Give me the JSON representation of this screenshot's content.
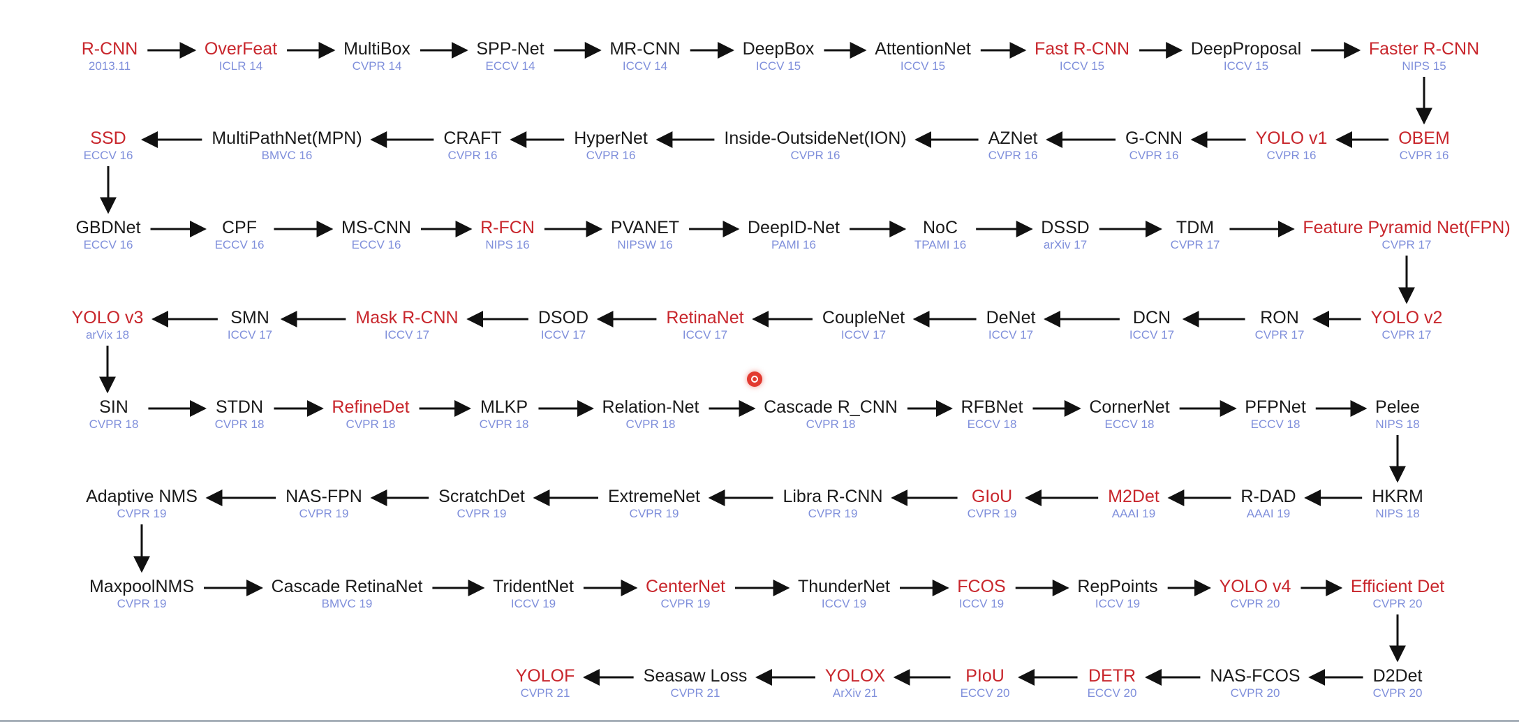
{
  "colors": {
    "highlight": "#c8262c",
    "normal": "#1a1a1a",
    "venue": "#7f8fdb",
    "arrow": "#111111"
  },
  "nodes": [
    {
      "name": "R-CNN",
      "venue": "2013.11",
      "hl": true
    },
    {
      "name": "OverFeat",
      "venue": "ICLR 14",
      "hl": true
    },
    {
      "name": "MultiBox",
      "venue": "CVPR 14",
      "hl": false
    },
    {
      "name": "SPP-Net",
      "venue": "ECCV 14",
      "hl": false
    },
    {
      "name": "MR-CNN",
      "venue": "ICCV 14",
      "hl": false
    },
    {
      "name": "DeepBox",
      "venue": "ICCV 15",
      "hl": false
    },
    {
      "name": "AttentionNet",
      "venue": "ICCV 15",
      "hl": false
    },
    {
      "name": "Fast R-CNN",
      "venue": "ICCV 15",
      "hl": true
    },
    {
      "name": "DeepProposal",
      "venue": "ICCV 15",
      "hl": false
    },
    {
      "name": "Faster R-CNN",
      "venue": "NIPS 15",
      "hl": true
    },
    {
      "name": "OBEM",
      "venue": "CVPR 16",
      "hl": true
    },
    {
      "name": "YOLO v1",
      "venue": "CVPR 16",
      "hl": true
    },
    {
      "name": "G-CNN",
      "venue": "CVPR 16",
      "hl": false
    },
    {
      "name": "AZNet",
      "venue": "CVPR 16",
      "hl": false
    },
    {
      "name": "Inside-OutsideNet(ION)",
      "venue": "CVPR 16",
      "hl": false
    },
    {
      "name": "HyperNet",
      "venue": "CVPR 16",
      "hl": false
    },
    {
      "name": "CRAFT",
      "venue": "CVPR 16",
      "hl": false
    },
    {
      "name": "MultiPathNet(MPN)",
      "venue": "BMVC 16",
      "hl": false
    },
    {
      "name": "SSD",
      "venue": "ECCV 16",
      "hl": true
    },
    {
      "name": "GBDNet",
      "venue": "ECCV 16",
      "hl": false
    },
    {
      "name": "CPF",
      "venue": "ECCV 16",
      "hl": false
    },
    {
      "name": "MS-CNN",
      "venue": "ECCV 16",
      "hl": false
    },
    {
      "name": "R-FCN",
      "venue": "NIPS 16",
      "hl": true
    },
    {
      "name": "PVANET",
      "venue": "NIPSW 16",
      "hl": false
    },
    {
      "name": "DeepID-Net",
      "venue": "PAMI 16",
      "hl": false
    },
    {
      "name": "NoC",
      "venue": "TPAMI 16",
      "hl": false
    },
    {
      "name": "DSSD",
      "venue": "arXiv 17",
      "hl": false
    },
    {
      "name": "TDM",
      "venue": "CVPR 17",
      "hl": false
    },
    {
      "name": "Feature Pyramid Net(FPN)",
      "venue": "CVPR 17",
      "hl": true
    },
    {
      "name": "YOLO v2",
      "venue": "CVPR 17",
      "hl": true
    },
    {
      "name": "RON",
      "venue": "CVPR 17",
      "hl": false
    },
    {
      "name": "DCN",
      "venue": "ICCV 17",
      "hl": false
    },
    {
      "name": "DeNet",
      "venue": "ICCV 17",
      "hl": false
    },
    {
      "name": "CoupleNet",
      "venue": "ICCV 17",
      "hl": false
    },
    {
      "name": "RetinaNet",
      "venue": "ICCV 17",
      "hl": true
    },
    {
      "name": "DSOD",
      "venue": "ICCV 17",
      "hl": false
    },
    {
      "name": "Mask R-CNN",
      "venue": "ICCV 17",
      "hl": true
    },
    {
      "name": "SMN",
      "venue": "ICCV 17",
      "hl": false
    },
    {
      "name": "YOLO v3",
      "venue": "arVix 18",
      "hl": true
    },
    {
      "name": "SIN",
      "venue": "CVPR 18",
      "hl": false
    },
    {
      "name": "STDN",
      "venue": "CVPR 18",
      "hl": false
    },
    {
      "name": "RefineDet",
      "venue": "CVPR 18",
      "hl": true
    },
    {
      "name": "MLKP",
      "venue": "CVPR 18",
      "hl": false
    },
    {
      "name": "Relation-Net",
      "venue": "CVPR 18",
      "hl": false
    },
    {
      "name": "Cascade R_CNN",
      "venue": "CVPR 18",
      "hl": false
    },
    {
      "name": "RFBNet",
      "venue": "ECCV 18",
      "hl": false
    },
    {
      "name": "CornerNet",
      "venue": "ECCV 18",
      "hl": false
    },
    {
      "name": "PFPNet",
      "venue": "ECCV 18",
      "hl": false
    },
    {
      "name": "Pelee",
      "venue": "NIPS 18",
      "hl": false
    },
    {
      "name": "HKRM",
      "venue": "NIPS 18",
      "hl": false
    },
    {
      "name": "R-DAD",
      "venue": "AAAI 19",
      "hl": false
    },
    {
      "name": "M2Det",
      "venue": "AAAI 19",
      "hl": true
    },
    {
      "name": "GIoU",
      "venue": "CVPR 19",
      "hl": true
    },
    {
      "name": "Libra R-CNN",
      "venue": "CVPR 19",
      "hl": false
    },
    {
      "name": "ExtremeNet",
      "venue": "CVPR 19",
      "hl": false
    },
    {
      "name": "ScratchDet",
      "venue": "CVPR 19",
      "hl": false
    },
    {
      "name": "NAS-FPN",
      "venue": "CVPR 19",
      "hl": false
    },
    {
      "name": "Adaptive NMS",
      "venue": "CVPR 19",
      "hl": false
    },
    {
      "name": "MaxpoolNMS",
      "venue": "CVPR 19",
      "hl": false
    },
    {
      "name": "Cascade RetinaNet",
      "venue": "BMVC 19",
      "hl": false
    },
    {
      "name": "TridentNet",
      "venue": "ICCV 19",
      "hl": false
    },
    {
      "name": "CenterNet",
      "venue": "CVPR 19",
      "hl": true
    },
    {
      "name": "ThunderNet",
      "venue": "ICCV 19",
      "hl": false
    },
    {
      "name": "FCOS",
      "venue": "ICCV 19",
      "hl": true
    },
    {
      "name": "RepPoints",
      "venue": "ICCV 19",
      "hl": false
    },
    {
      "name": "YOLO v4",
      "venue": "CVPR 20",
      "hl": true
    },
    {
      "name": "Efficient Det",
      "venue": "CVPR 20",
      "hl": true
    },
    {
      "name": "D2Det",
      "venue": "CVPR 20",
      "hl": false
    },
    {
      "name": "NAS-FCOS",
      "venue": "CVPR 20",
      "hl": false
    },
    {
      "name": "DETR",
      "venue": "ECCV 20",
      "hl": true
    },
    {
      "name": "PIoU",
      "venue": "ECCV 20",
      "hl": true
    },
    {
      "name": "YOLOX",
      "venue": "ArXiv 21",
      "hl": true
    },
    {
      "name": "Seasaw Loss",
      "venue": "CVPR 21",
      "hl": false
    },
    {
      "name": "YOLOF",
      "venue": "CVPR 21",
      "hl": true
    }
  ]
}
